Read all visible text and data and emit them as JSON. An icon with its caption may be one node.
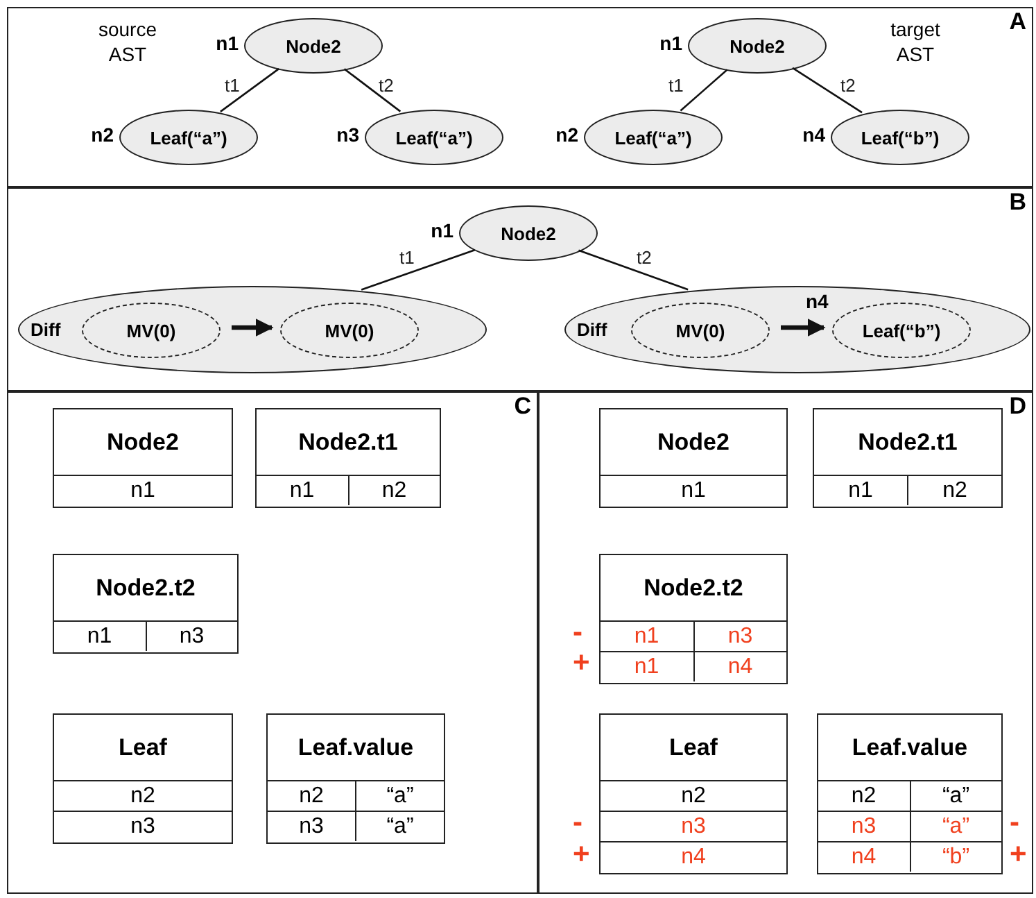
{
  "diagram": {
    "nodes": [
      {
        "text": [
          "A"
        ]
      },
      {
        "text": [
          "Node2"
        ],
        "in": 0,
        "beside": [
          "n1"
        ]
      },
      {
        "text": [
          "Leaf(“a”)"
        ],
        "in": 0,
        "beside": [
          "n2"
        ]
      },
      {
        "text": [
          "Leaf(“a”)"
        ],
        "in": 0,
        "beside": [
          "n3"
        ]
      },
      {
        "text": [
          "Node2"
        ],
        "in": 0,
        "beside": [
          "n1"
        ]
      },
      {
        "text": [
          "Leaf(“a”)"
        ],
        "in": 0,
        "beside": [
          "n2"
        ]
      },
      {
        "text": [
          "Leaf(“b”)"
        ],
        "in": 0,
        "beside": [
          "n4"
        ]
      },
      {
        "text": [
          "B"
        ]
      },
      {
        "text": [
          "Node2"
        ],
        "in": 7,
        "beside": [
          "n1"
        ]
      },
      {
        "text": [
          "Diff"
        ],
        "in": 7
      },
      {
        "text": [
          "MV(0)"
        ],
        "in": 9
      },
      {
        "text": [
          "MV(0)"
        ],
        "in": 9
      },
      {
        "text": [
          "Diff"
        ],
        "in": 7
      },
      {
        "text": [
          "MV(0)"
        ],
        "in": 12
      },
      {
        "text": [
          "Leaf(“b”)"
        ],
        "in": 12,
        "beside": [
          "n4"
        ]
      },
      {
        "text": [
          "C"
        ]
      },
      {
        "text": [
          "Node2",
          "n1"
        ],
        "in": 15
      },
      {
        "text": [
          "Node2.t1",
          "n1",
          "n2"
        ],
        "in": 15
      },
      {
        "text": [
          "Node2.t2",
          "n1",
          "n3"
        ],
        "in": 15
      },
      {
        "text": [
          "Leaf",
          "n2",
          "n3"
        ],
        "in": 15
      },
      {
        "text": [
          "Leaf.value",
          "n2",
          "“a”",
          "n3",
          "“a”"
        ],
        "in": 15
      },
      {
        "text": [
          "D"
        ]
      },
      {
        "text": [
          "Node2",
          "n1"
        ],
        "in": 21
      },
      {
        "text": [
          "Node2.t1",
          "n1",
          "n2"
        ],
        "in": 21
      },
      {
        "text": [
          "Node2.t2",
          "n1",
          "n3",
          "n1",
          "n4"
        ],
        "in": 21,
        "beside": [
          "-",
          "+"
        ]
      },
      {
        "text": [
          "Leaf",
          "n2",
          "n3",
          "n4"
        ],
        "in": 21,
        "beside": [
          "-",
          "+"
        ]
      },
      {
        "text": [
          "Leaf.value",
          "n2",
          "“a”",
          "n3",
          "“a”",
          "n4",
          "“b”"
        ],
        "in": 21,
        "beside": [
          "-",
          "+"
        ]
      }
    ],
    "edges": [
      {
        "from": 1,
        "to": 2,
        "arrow": "none",
        "label": "t1"
      },
      {
        "from": 1,
        "to": 3,
        "arrow": "none",
        "label": "t2"
      },
      {
        "from": 4,
        "to": 5,
        "arrow": "none",
        "label": "t1"
      },
      {
        "from": 4,
        "to": 6,
        "arrow": "none",
        "label": "t2"
      },
      {
        "from": 8,
        "to": 9,
        "arrow": "none",
        "label": "t1"
      },
      {
        "from": 8,
        "to": 12,
        "arrow": "none",
        "label": "t2"
      },
      {
        "from": 10,
        "to": 11,
        "arrow": "to",
        "style": "thick"
      },
      {
        "from": 13,
        "to": 14,
        "arrow": "to",
        "style": "thick"
      }
    ],
    "labels": [
      "source AST",
      "target AST"
    ]
  }
}
